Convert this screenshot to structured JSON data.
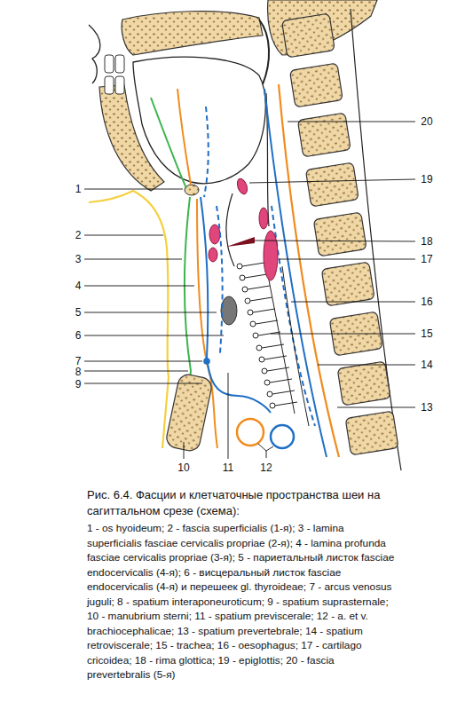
{
  "diagram": {
    "caption": "Рис. 6.4. Фасции и клетчаточные пространства шеи на сагиттальном срезе (схема):",
    "labels": [
      "1",
      "2",
      "3",
      "4",
      "5",
      "6",
      "7",
      "8",
      "9",
      "10",
      "11",
      "12",
      "13",
      "14",
      "15",
      "16",
      "17",
      "18",
      "19",
      "20",
      "1 - os hyoideum; 2 - fascia superficialis (1-я); 3 - lamina superficialis fasciae cervicalis propriae (2-я); 4 - lamina profunda fasciae cervicalis propriae (3-я); 5 - париетальный листок fasciae endocervicalis (4-я); 6 - висцеральный листок fasciae endocervicalis (4-я) и перешеек gl. thyroideae; 7 - arcus venosus juguli; 8 - spatium interaponeuroticum; 9 - spatium suprasternale; 10 - manubrium sterni; 11 - spatium previscerale; 12 - a. et v. brachiocephalicae; 13 - spatium prevertebrale; 14 - spatium retroviscerale; 15 - trachea; 16 - oesophagus; 17 - cartilago cricoidea; 18 - rima glottica; 19 - epiglottis; 20 - fascia prevertebralis (5-я)"
    ]
  }
}
